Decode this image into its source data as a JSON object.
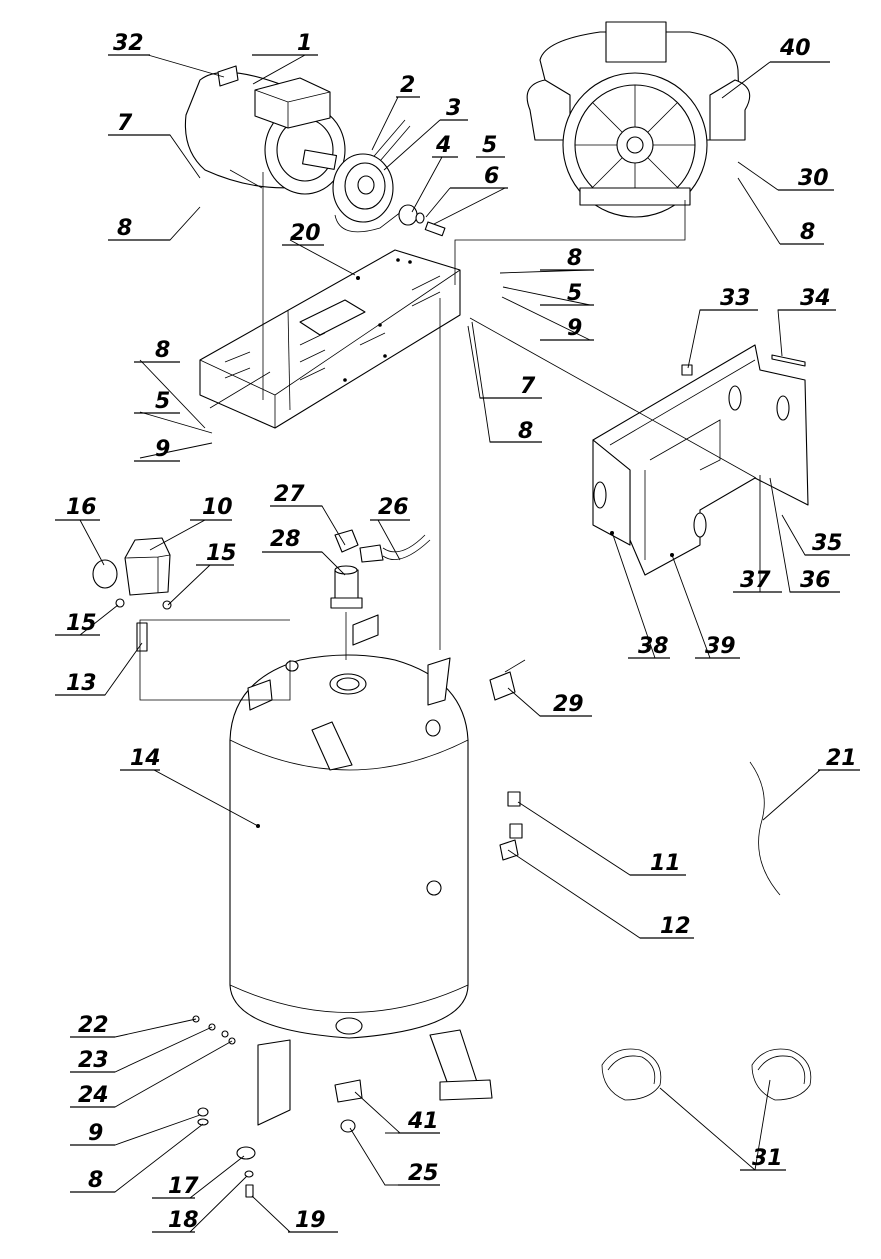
{
  "callouts": [
    "1",
    "2",
    "3",
    "4",
    "5",
    "6",
    "7",
    "8",
    "9",
    "10",
    "11",
    "12",
    "13",
    "14",
    "15",
    "16",
    "17",
    "18",
    "19",
    "20",
    "21",
    "22",
    "23",
    "24",
    "25",
    "26",
    "27",
    "28",
    "29",
    "30",
    "31",
    "32",
    "33",
    "34",
    "35",
    "36",
    "37",
    "38",
    "39",
    "40",
    "41"
  ],
  "labels": {
    "c32": "32",
    "c1": "1",
    "c2": "2",
    "c3": "3",
    "c4": "4",
    "c5a": "5",
    "c6": "6",
    "c7a": "7",
    "c8a": "8",
    "c40": "40",
    "c30": "30",
    "c8b": "8",
    "c20": "20",
    "c8c": "8",
    "c5b": "5",
    "c9a": "9",
    "c33": "33",
    "c34": "34",
    "c8d": "8",
    "c5c": "5",
    "c9b": "9",
    "c7b": "7",
    "c8e": "8",
    "c16": "16",
    "c10": "10",
    "c27": "27",
    "c26": "26",
    "c28": "28",
    "c15a": "15",
    "c15b": "15",
    "c13": "13",
    "c35": "35",
    "c37": "37",
    "c36": "36",
    "c38": "38",
    "c39": "39",
    "c29": "29",
    "c14": "14",
    "c21": "21",
    "c11": "11",
    "c12": "12",
    "c22": "22",
    "c23": "23",
    "c24": "24",
    "c9c": "9",
    "c41": "41",
    "c8f": "8",
    "c25": "25",
    "c17": "17",
    "c18": "18",
    "c19": "19",
    "c31": "31"
  }
}
